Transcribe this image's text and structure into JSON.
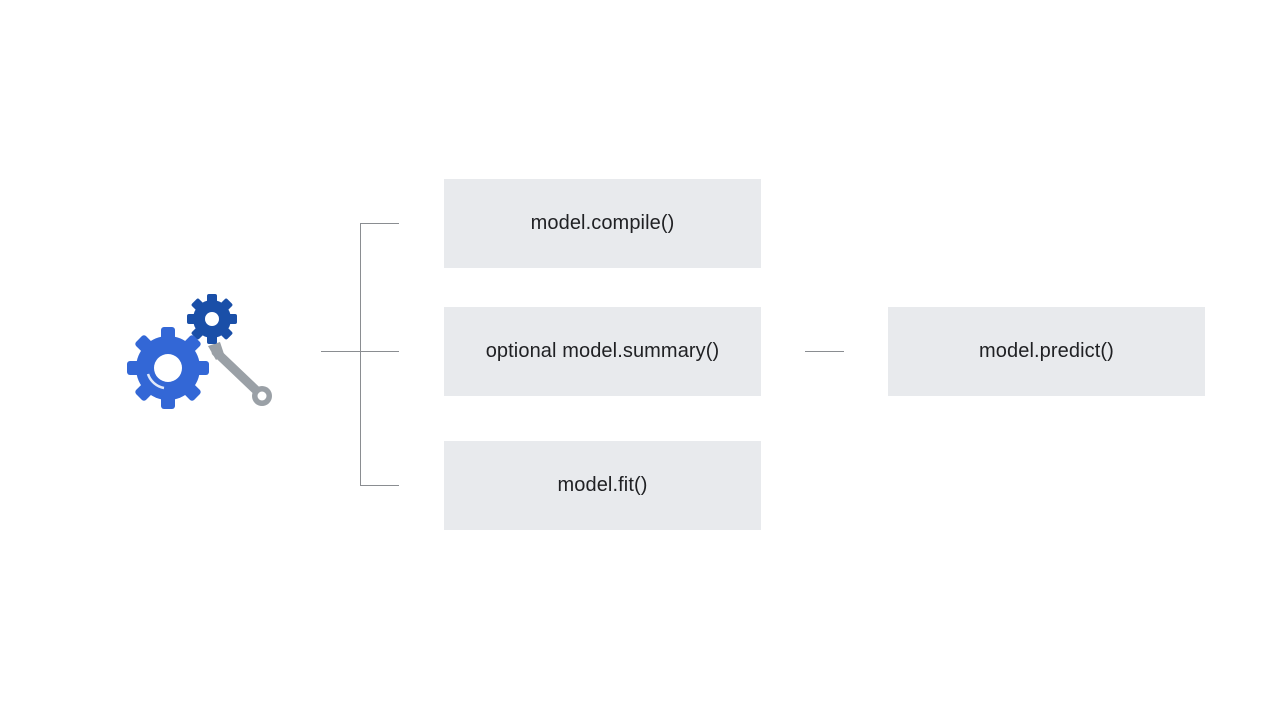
{
  "diagram": {
    "nodes": {
      "compile": "model.compile()",
      "summary": "optional model.summary()",
      "fit": "model.fit()",
      "predict": "model.predict()"
    },
    "icon": "gears-and-wrench-icon",
    "colors": {
      "box_fill": "#e8eaed",
      "text": "#202124",
      "connector": "#8a8d91",
      "gear_primary": "#3367d6",
      "gear_secondary": "#1a4fa8",
      "wrench": "#9aa0a6"
    }
  }
}
